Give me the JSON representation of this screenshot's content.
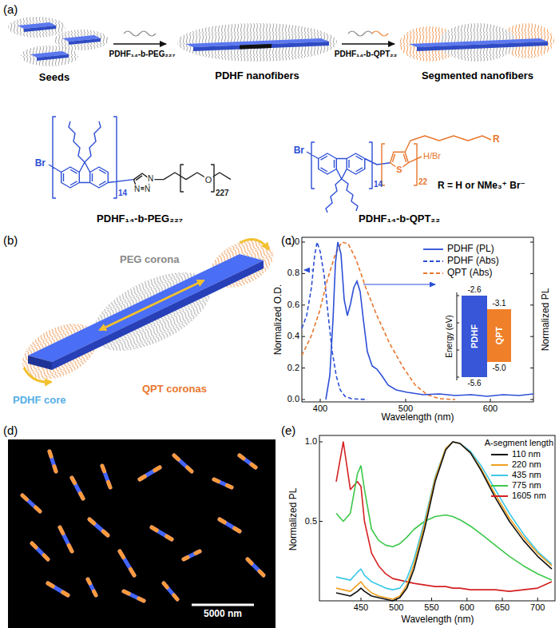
{
  "diagram": {
    "nodes": [
      {
        "text": [
          "PDHF"
        ]
      },
      {
        "text": [
          "QPT"
        ]
      }
    ],
    "labels": [
      "(a)",
      "Seeds",
      "PDHF nanofibers",
      "Segmented nanofibers",
      "PDHF₁₄-b-PEG₂₂₇",
      "PDHF₁₄-b-QPT₂₂",
      "Br",
      "14",
      "N",
      "N",
      "N",
      "O",
      "227",
      "PDHF₁₄-b-PEG₂₂₇",
      "Br",
      "14",
      "S",
      "22",
      "H/Br",
      "R",
      "R = H or NMe₃⁺ Br⁻",
      "PDHF₁₄-b-QPT₂₂",
      "(b)",
      "PEG corona",
      "PDHF core",
      "QPT coronas",
      "(c)",
      "Normalized O.D.",
      "Normalized PL",
      "Wavelength (nm)",
      "1.0",
      "0.8",
      "0.6",
      "0.4",
      "0.2",
      "0.0",
      "400",
      "500",
      "600",
      "Energy (eV)",
      "-2.6",
      "-3.1",
      "-5.6",
      "-5.0",
      "(d)",
      "5000 nm",
      "(e)",
      "Normalized PL",
      "Wavelength (nm)",
      "1.0",
      "0.5",
      "450",
      "500",
      "550",
      "600",
      "650",
      "700",
      "A-segment length"
    ],
    "legend": [
      {
        "text": "PDHF (PL)"
      },
      {
        "text": "PDHF (Abs)"
      },
      {
        "text": "QPT (Abs)"
      },
      {
        "text": "110 nm"
      },
      {
        "text": "220 nm"
      },
      {
        "text": "435 nm"
      },
      {
        "text": "775 nm"
      },
      {
        "text": "1605 nm"
      }
    ]
  }
}
